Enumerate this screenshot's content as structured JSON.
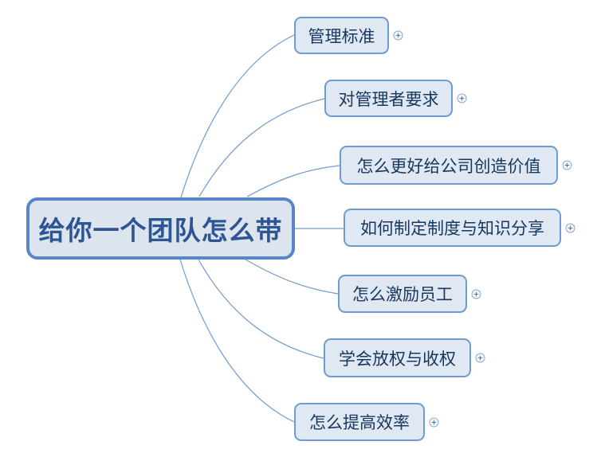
{
  "mindmap": {
    "root": {
      "label": "给你一个团队怎么带"
    },
    "branches": [
      {
        "label": "管理标准"
      },
      {
        "label": "对管理者要求"
      },
      {
        "label": "怎么更好给公司创造价值"
      },
      {
        "label": "如何制定制度与知识分享"
      },
      {
        "label": "怎么激励员工"
      },
      {
        "label": "学会放权与收权"
      },
      {
        "label": "怎么提高效率"
      }
    ],
    "icons": {
      "expand": "plus-circle"
    },
    "colors": {
      "background": "#ffffff",
      "root_fill": "#dce4ee",
      "root_border": "#5b86c5",
      "root_text": "#2d5493",
      "branch_fill": "#dfe8f3",
      "branch_border": "#6e9bd1",
      "branch_text": "#17375d",
      "connector": "#6e9bd1",
      "expand_circle": "#8ba9d4",
      "expand_plus": "#54779f"
    }
  }
}
